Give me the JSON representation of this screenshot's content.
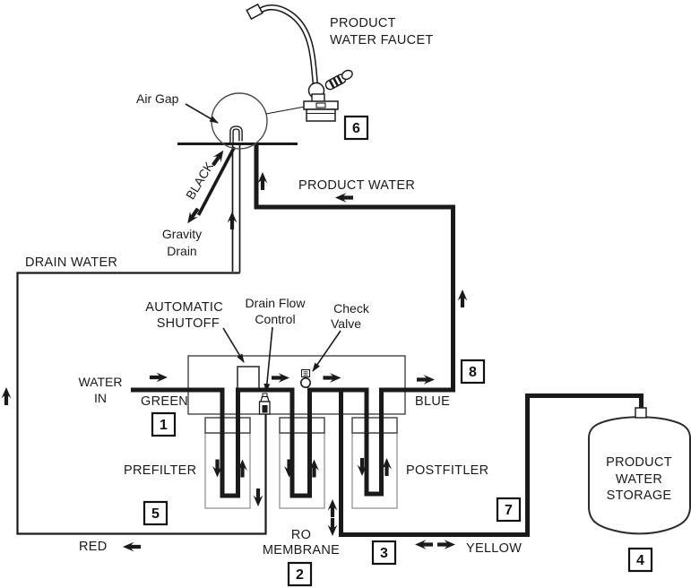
{
  "labels": {
    "faucet": [
      "PRODUCT",
      "WATER FAUCET"
    ],
    "air_gap": "Air Gap",
    "tube_black": "BLACK",
    "gravity_drain": [
      "Gravity",
      "Drain"
    ],
    "drain_water": "DRAIN WATER",
    "product_water": "PRODUCT WATER",
    "automatic_shutoff": [
      "AUTOMATIC",
      "SHUTOFF"
    ],
    "drain_flow_control": [
      "Drain Flow",
      "Control"
    ],
    "check_valve": [
      "Check",
      "Valve"
    ],
    "water_in": [
      "WATER",
      "IN"
    ],
    "tube_green": "GREEN",
    "tube_blue": "BLUE",
    "tube_red": "RED",
    "tube_yellow": "YELLOW",
    "prefilter": "PREFILTER",
    "postfilter": "POSTFITLER",
    "ro_membrane": [
      "RO",
      "MEMBRANE"
    ],
    "storage_tank": [
      "PRODUCT",
      "WATER",
      "STORAGE"
    ]
  },
  "callouts": {
    "c1": "1",
    "c2": "2",
    "c3": "3",
    "c4": "4",
    "c5": "5",
    "c6": "6",
    "c7": "7",
    "c8": "8"
  },
  "colors": {
    "line": "#1a1a1a",
    "outline": "#444444",
    "canister_body": "#a0a0a0",
    "background": "#ffffff"
  }
}
